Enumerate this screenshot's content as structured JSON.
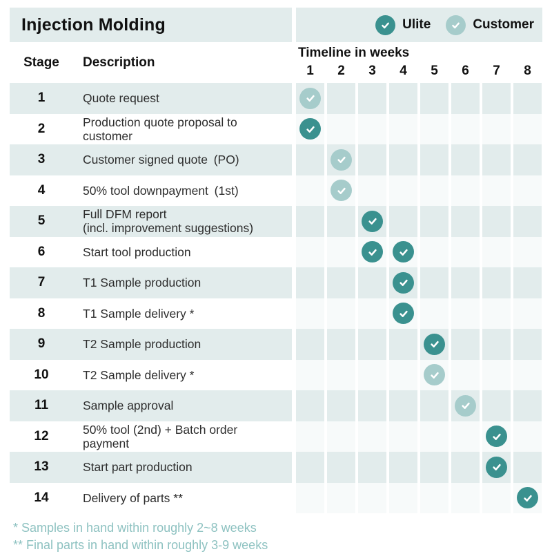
{
  "title": "Injection Molding",
  "legend": [
    {
      "label": "Ulite",
      "actor": "ulite"
    },
    {
      "label": "Customer",
      "actor": "customer"
    }
  ],
  "colors": {
    "ulite": "#3a918f",
    "customer": "#a6cccb",
    "row_shade": "#e2ecec",
    "footnote": "#8ec2c1"
  },
  "table": {
    "stage_header": "Stage",
    "description_header": "Description",
    "timeline_header": "Timeline in weeks",
    "weeks": [
      "1",
      "2",
      "3",
      "4",
      "5",
      "6",
      "7",
      "8"
    ]
  },
  "chart_data": {
    "type": "table",
    "title": "Injection Molding",
    "xlabel": "Timeline in weeks",
    "x_range": [
      1,
      8
    ],
    "legend_entries": [
      "Ulite",
      "Customer"
    ],
    "rows": [
      {
        "stage": "1",
        "description": "Quote request",
        "checks": [
          {
            "week": 1,
            "actor": "customer"
          }
        ]
      },
      {
        "stage": "2",
        "description": "Production quote proposal to\ncustomer",
        "checks": [
          {
            "week": 1,
            "actor": "ulite"
          }
        ]
      },
      {
        "stage": "3",
        "description": "Customer signed quote (PO)",
        "checks": [
          {
            "week": 2,
            "actor": "customer"
          }
        ]
      },
      {
        "stage": "4",
        "description": "50% tool downpayment (1st)",
        "checks": [
          {
            "week": 2,
            "actor": "customer"
          }
        ]
      },
      {
        "stage": "5",
        "description": "Full DFM report\n(incl. improvement suggestions)",
        "checks": [
          {
            "week": 3,
            "actor": "ulite"
          }
        ]
      },
      {
        "stage": "6",
        "description": "Start tool production",
        "checks": [
          {
            "week": 3,
            "actor": "ulite"
          },
          {
            "week": 4,
            "actor": "ulite"
          }
        ]
      },
      {
        "stage": "7",
        "description": "T1 Sample production",
        "checks": [
          {
            "week": 4,
            "actor": "ulite"
          }
        ]
      },
      {
        "stage": "8",
        "description": "T1 Sample delivery *",
        "checks": [
          {
            "week": 4,
            "actor": "ulite"
          }
        ]
      },
      {
        "stage": "9",
        "description": "T2 Sample production",
        "checks": [
          {
            "week": 5,
            "actor": "ulite"
          }
        ]
      },
      {
        "stage": "10",
        "description": "T2 Sample delivery *",
        "checks": [
          {
            "week": 5,
            "actor": "customer"
          }
        ]
      },
      {
        "stage": "11",
        "description": "Sample approval",
        "checks": [
          {
            "week": 6,
            "actor": "customer"
          }
        ]
      },
      {
        "stage": "12",
        "description": "50% tool (2nd) + Batch order\npayment",
        "checks": [
          {
            "week": 7,
            "actor": "ulite"
          }
        ]
      },
      {
        "stage": "13",
        "description": "Start part production",
        "checks": [
          {
            "week": 7,
            "actor": "ulite"
          }
        ]
      },
      {
        "stage": "14",
        "description": "Delivery of parts **",
        "checks": [
          {
            "week": 8,
            "actor": "ulite"
          }
        ]
      }
    ]
  },
  "footnotes": [
    "* Samples in hand within roughly 2~8 weeks",
    "** Final parts in hand within roughly 3-9 weeks"
  ]
}
